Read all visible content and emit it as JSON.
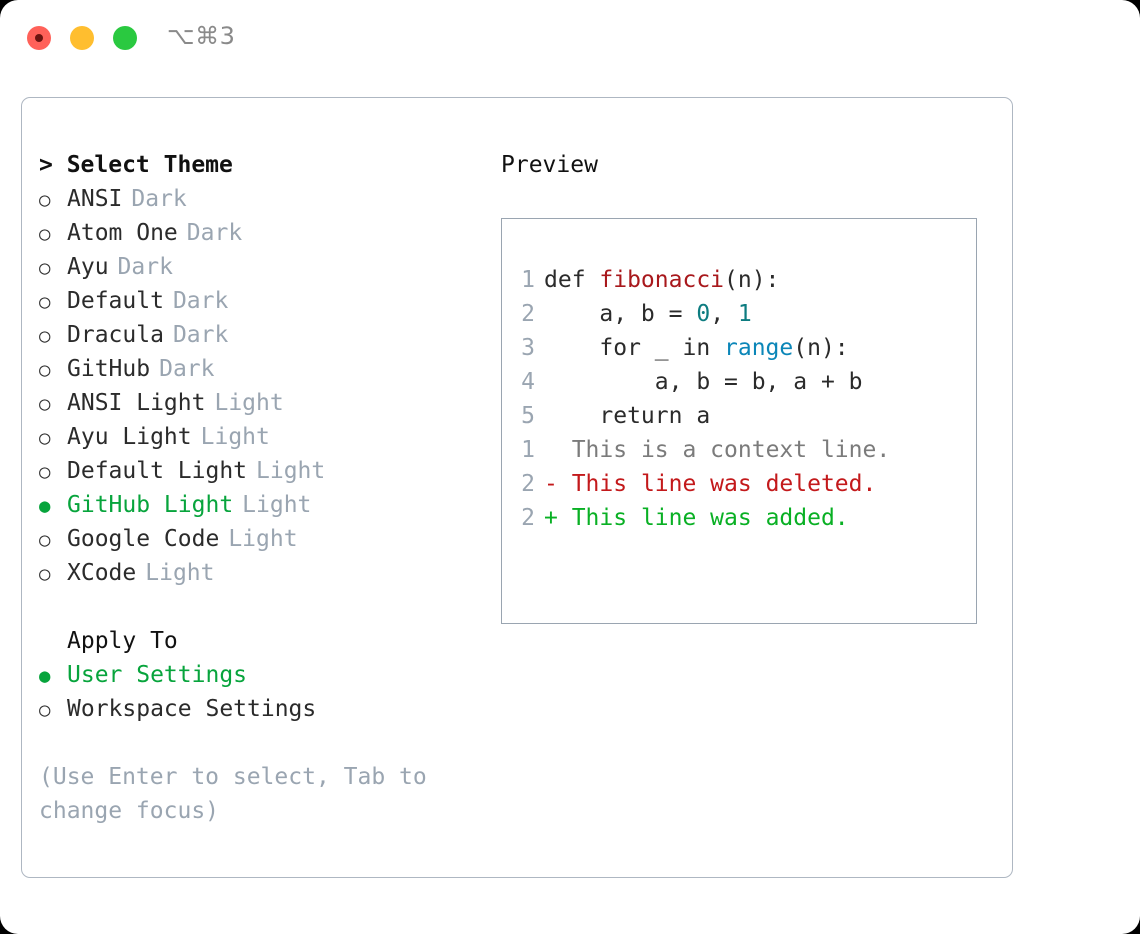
{
  "titlebar": {
    "shortcut": "⌥⌘3",
    "lights": [
      "close-red",
      "minimize-yellow",
      "maximize-green"
    ]
  },
  "theme_panel": {
    "title": "> Select Theme",
    "items": [
      {
        "marker": "○",
        "label": "ANSI",
        "variant": "Dark",
        "selected": false
      },
      {
        "marker": "○",
        "label": "Atom One",
        "variant": "Dark",
        "selected": false
      },
      {
        "marker": "○",
        "label": "Ayu",
        "variant": "Dark",
        "selected": false
      },
      {
        "marker": "○",
        "label": "Default",
        "variant": "Dark",
        "selected": false
      },
      {
        "marker": "○",
        "label": "Dracula",
        "variant": "Dark",
        "selected": false
      },
      {
        "marker": "○",
        "label": "GitHub",
        "variant": "Dark",
        "selected": false
      },
      {
        "marker": "○",
        "label": "ANSI Light",
        "variant": "Light",
        "selected": false
      },
      {
        "marker": "○",
        "label": "Ayu Light",
        "variant": "Light",
        "selected": false
      },
      {
        "marker": "○",
        "label": "Default Light",
        "variant": "Light",
        "selected": false
      },
      {
        "marker": "●",
        "label": "GitHub Light",
        "variant": "Light",
        "selected": true
      },
      {
        "marker": "○",
        "label": "Google Code",
        "variant": "Light",
        "selected": false
      },
      {
        "marker": "○",
        "label": "XCode",
        "variant": "Light",
        "selected": false
      }
    ],
    "apply_to": {
      "title": "Apply To",
      "options": [
        {
          "marker": "●",
          "label": "User Settings",
          "selected": true
        },
        {
          "marker": "○",
          "label": "Workspace Settings",
          "selected": false
        }
      ]
    },
    "hint": "(Use Enter to select, Tab to change focus)"
  },
  "preview": {
    "title": "Preview",
    "code_lines": [
      {
        "n": "1",
        "tokens": [
          {
            "t": "def ",
            "c": "plain"
          },
          {
            "t": "fibonacci",
            "c": "fn"
          },
          {
            "t": "(n):",
            "c": "plain"
          }
        ]
      },
      {
        "n": "2",
        "tokens": [
          {
            "t": "    a, b = ",
            "c": "plain"
          },
          {
            "t": "0",
            "c": "num"
          },
          {
            "t": ", ",
            "c": "plain"
          },
          {
            "t": "1",
            "c": "num"
          }
        ]
      },
      {
        "n": "3",
        "tokens": [
          {
            "t": "    for _ in ",
            "c": "plain"
          },
          {
            "t": "range",
            "c": "call"
          },
          {
            "t": "(n):",
            "c": "plain"
          }
        ]
      },
      {
        "n": "4",
        "tokens": [
          {
            "t": "        a, b = b, a + b",
            "c": "plain"
          }
        ]
      },
      {
        "n": "5",
        "tokens": [
          {
            "t": "    return a",
            "c": "plain"
          }
        ]
      }
    ],
    "diff_lines": [
      {
        "n": "1",
        "sign": "  ",
        "text": "This is a context line.",
        "kind": "ctx"
      },
      {
        "n": "2",
        "sign": "- ",
        "text": "This line was deleted.",
        "kind": "del"
      },
      {
        "n": "2",
        "sign": "+ ",
        "text": "This line was added.",
        "kind": "add"
      }
    ]
  },
  "colors": {
    "accent_green": "#07a43c",
    "muted": "#9aa5b1",
    "border": "#aeb7c2",
    "diff_add": "#09b024",
    "diff_del": "#c3191b",
    "code_fn": "#a8181c",
    "code_num": "#0d7c80",
    "code_call": "#0b86b8"
  }
}
